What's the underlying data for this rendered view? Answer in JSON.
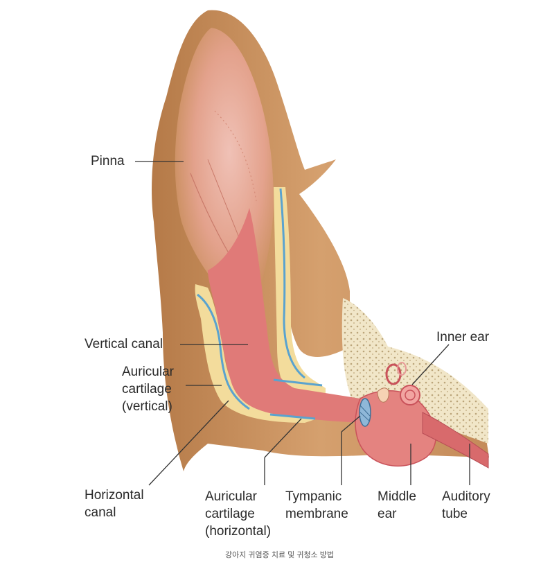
{
  "labels": {
    "pinna": "Pinna",
    "vertical_canal": "Vertical canal",
    "auricular_cartilage_vertical": "Auricular\ncartilage\n(vertical)",
    "inner_ear": "Inner ear",
    "horizontal_canal": "Horizontal\ncanal",
    "auricular_cartilage_horizontal": "Auricular\ncartilage\n(horizontal)",
    "tympanic_membrane": "Tympanic\nmembrane",
    "middle_ear": "Middle\near",
    "auditory_tube": "Auditory\ntube"
  },
  "caption": "강아지 귀염증 치료 및 귀청소 방법",
  "colors": {
    "skin": "#c98f5d",
    "skin_light": "#e2b48a",
    "pinna_inner": "#e7a494",
    "canal": "#e07a78",
    "canal_dark": "#c9525a",
    "cartilage": "#f3dc9c",
    "cartilage_line": "#5aa3cf",
    "bone": "#efe3c2",
    "leader": "#333333"
  }
}
